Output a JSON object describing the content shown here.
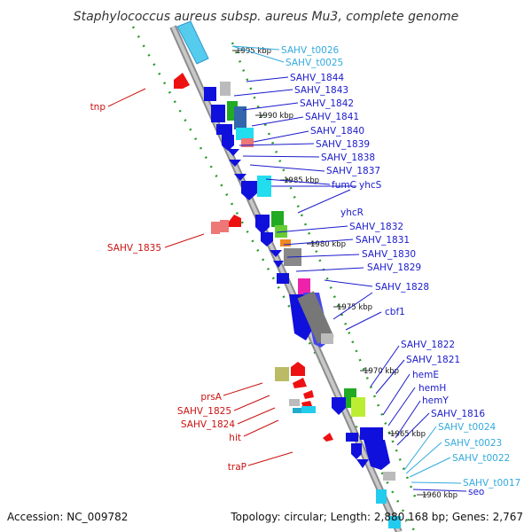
{
  "title": "Staphylococcus aureus subsp. aureus Mu3, complete genome",
  "footer": {
    "accession": "Accession: NC_009782",
    "topology": "Topology: circular; Length: 2,880,168 bp; Genes: 2,767"
  },
  "colors": {
    "backbone": "#a8a8a8",
    "blue_gene": "#1010dd",
    "red_gene": "#ee1111",
    "cyan": "#55ccee",
    "green": "#22aa22",
    "blue_label": "#1a1acc",
    "red_label": "#cc1111",
    "cyan_label": "#33aadd"
  },
  "ticks": [
    "1995 kbp",
    "1990 kbp",
    "1985 kbp",
    "1980 kbp",
    "1975 kbp",
    "1970 kbp",
    "1965 kbp",
    "1960 kbp"
  ],
  "right_labels": [
    {
      "text": "SAHV_t0026",
      "color": "cyan"
    },
    {
      "text": "SAHV_t0025",
      "color": "cyan"
    },
    {
      "text": "SAHV_1844",
      "color": "blue"
    },
    {
      "text": "SAHV_1843",
      "color": "blue"
    },
    {
      "text": "SAHV_1842",
      "color": "blue"
    },
    {
      "text": "SAHV_1841",
      "color": "blue"
    },
    {
      "text": "SAHV_1840",
      "color": "blue"
    },
    {
      "text": "SAHV_1839",
      "color": "blue"
    },
    {
      "text": "SAHV_1838",
      "color": "blue"
    },
    {
      "text": "SAHV_1837",
      "color": "blue"
    },
    {
      "text": "fumC",
      "color": "blue"
    },
    {
      "text": "yhcS",
      "color": "blue"
    },
    {
      "text": "yhcR",
      "color": "blue"
    },
    {
      "text": "SAHV_1832",
      "color": "blue"
    },
    {
      "text": "SAHV_1831",
      "color": "blue"
    },
    {
      "text": "SAHV_1830",
      "color": "blue"
    },
    {
      "text": "SAHV_1829",
      "color": "blue"
    },
    {
      "text": "SAHV_1828",
      "color": "blue"
    },
    {
      "text": "cbf1",
      "color": "blue"
    },
    {
      "text": "SAHV_1822",
      "color": "blue"
    },
    {
      "text": "SAHV_1821",
      "color": "blue"
    },
    {
      "text": "hemE",
      "color": "blue"
    },
    {
      "text": "hemH",
      "color": "blue"
    },
    {
      "text": "hemY",
      "color": "blue"
    },
    {
      "text": "SAHV_1816",
      "color": "blue"
    },
    {
      "text": "SAHV_t0024",
      "color": "cyan"
    },
    {
      "text": "SAHV_t0023",
      "color": "cyan"
    },
    {
      "text": "SAHV_t0022",
      "color": "cyan"
    },
    {
      "text": "SAHV_t0017",
      "color": "cyan"
    },
    {
      "text": "seo",
      "color": "blue"
    }
  ],
  "left_labels": [
    {
      "text": "tnp"
    },
    {
      "text": "SAHV_1835"
    },
    {
      "text": "prsA"
    },
    {
      "text": "SAHV_1825"
    },
    {
      "text": "SAHV_1824"
    },
    {
      "text": "hit"
    },
    {
      "text": "traP"
    }
  ]
}
